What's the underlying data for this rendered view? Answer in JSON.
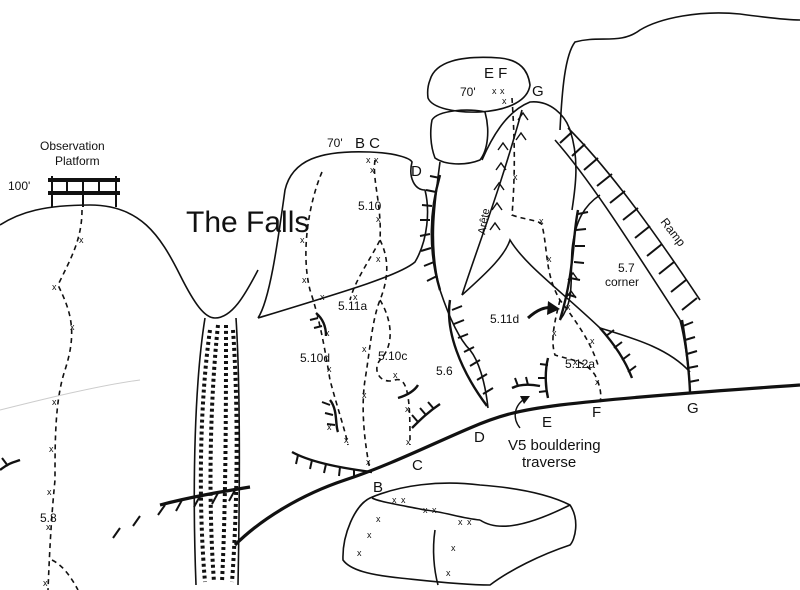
{
  "title": "The Falls",
  "observation": {
    "line1": "Observation",
    "line2": "Platform",
    "height": "100'"
  },
  "top_b_c": {
    "height": "70'",
    "letters": "B C"
  },
  "top_e_f": {
    "height": "70'",
    "letters": "E F"
  },
  "letters": {
    "g_top": "G",
    "d_top": "D"
  },
  "grades": {
    "g510": "5.10",
    "g511a": "5.11a",
    "g510d": "5.10d",
    "g510c": "5.10c",
    "g56": "5.6",
    "g511d": "5.11d",
    "g512a": "5.12a",
    "g57": "5.7",
    "corner": "corner",
    "g58": "5.8"
  },
  "features": {
    "arete": "Arête",
    "ramp": "Ramp"
  },
  "base_letters": {
    "b": "B",
    "c": "C",
    "d": "D",
    "e": "E",
    "f": "F",
    "g": "G"
  },
  "bouldering": {
    "line1": "V5 bouldering",
    "line2": "traverse"
  }
}
